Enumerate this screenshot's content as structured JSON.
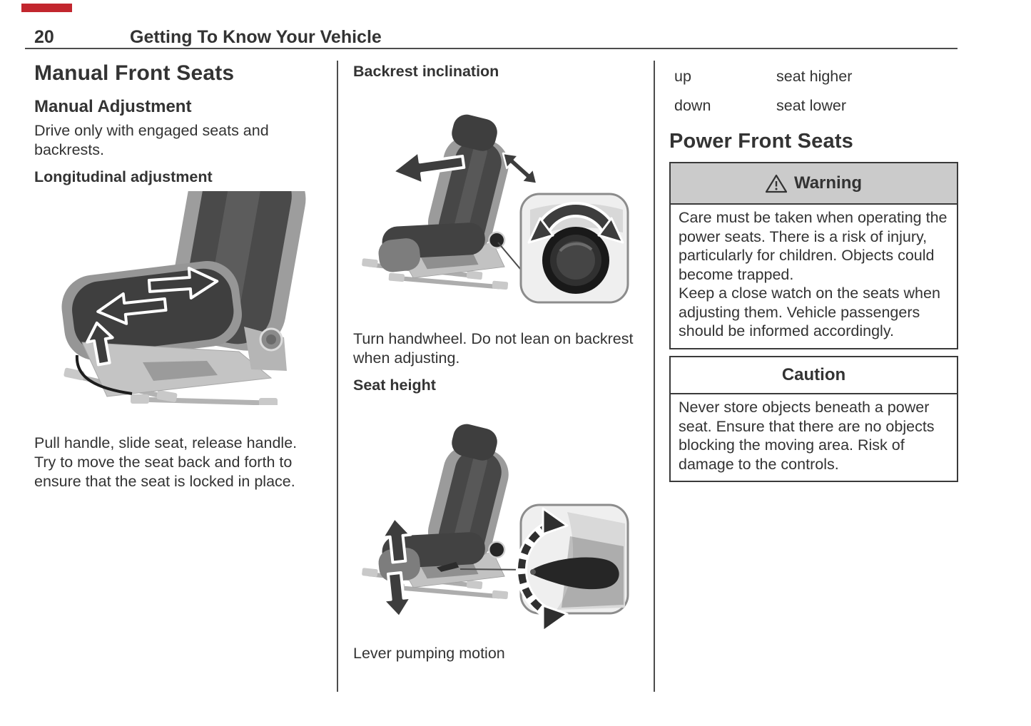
{
  "page": {
    "number": "20",
    "title": "Getting To Know Your Vehicle",
    "accent_red": "#c2262e",
    "text_color": "#333333",
    "rule_color": "#4c4c4c"
  },
  "left_column": {
    "heading": "Manual Front Seats",
    "subheading": "Manual Adjustment",
    "intro": "Drive only with engaged seats and backrests.",
    "section_label": "Longitudinal adjustment",
    "illustration": "seat-longitudinal-adjustment-illustration",
    "body": "Pull handle, slide seat, release handle. Try to move the seat back and forth to ensure that the seat is locked in place."
  },
  "middle_column": {
    "section1_label": "Backrest inclination",
    "illustration1": "seat-backrest-handwheel-illustration",
    "section1_body": "Turn handwheel. Do not lean on backrest when adjusting.",
    "section2_label": "Seat height",
    "illustration2": "seat-height-lever-illustration",
    "section2_caption": "Lever pumping motion"
  },
  "right_column": {
    "definitions": [
      {
        "term": "up",
        "description": "seat higher"
      },
      {
        "term": "down",
        "description": "seat lower"
      }
    ],
    "heading": "Power Front Seats",
    "warning_box": {
      "icon": "warning-triangle-icon",
      "header_bg": "#cbcbcb",
      "title": "Warning",
      "p1": "Care must be taken when operating the power seats. There is a risk of injury, particularly for children. Objects could become trapped.",
      "p2": "Keep a close watch on the seats when adjusting them. Vehicle passengers should be informed accordingly."
    },
    "caution_box": {
      "title": "Caution",
      "body": "Never store objects beneath a power seat. Ensure that there are no objects blocking the moving area. Risk of damage to the controls."
    }
  }
}
